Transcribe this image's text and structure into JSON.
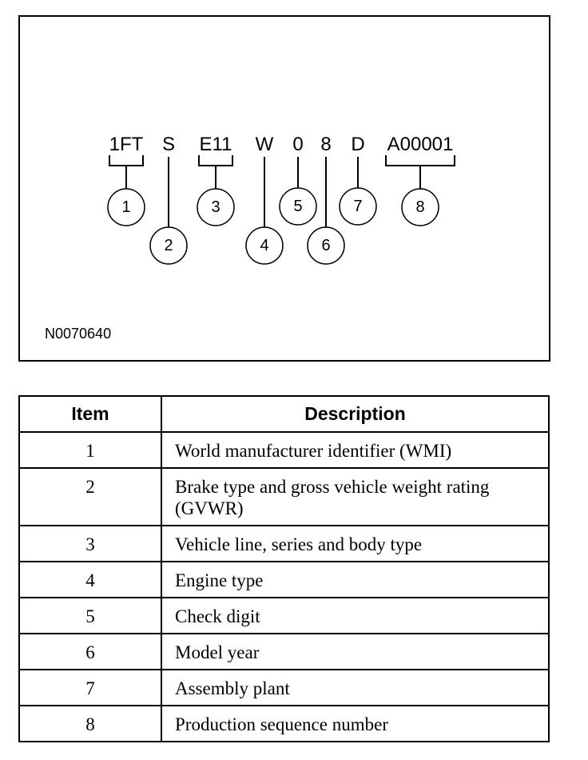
{
  "diagram": {
    "reference_code": "N0070640",
    "segments": [
      {
        "text": "1FT"
      },
      {
        "text": "S"
      },
      {
        "text": "E11"
      },
      {
        "text": "W"
      },
      {
        "text": "0"
      },
      {
        "text": "8"
      },
      {
        "text": "D"
      },
      {
        "text": "A00001"
      }
    ],
    "callouts": [
      "1",
      "2",
      "3",
      "4",
      "5",
      "6",
      "7",
      "8"
    ]
  },
  "table": {
    "headers": {
      "item": "Item",
      "description": "Description"
    },
    "rows": [
      {
        "item": "1",
        "description": "World manufacturer identifier (WMI)"
      },
      {
        "item": "2",
        "description": "Brake type and gross vehicle weight rating (GVWR)"
      },
      {
        "item": "3",
        "description": "Vehicle line, series and body type"
      },
      {
        "item": "4",
        "description": "Engine type"
      },
      {
        "item": "5",
        "description": "Check digit"
      },
      {
        "item": "6",
        "description": "Model year"
      },
      {
        "item": "7",
        "description": "Assembly plant"
      },
      {
        "item": "8",
        "description": "Production sequence number"
      }
    ]
  }
}
